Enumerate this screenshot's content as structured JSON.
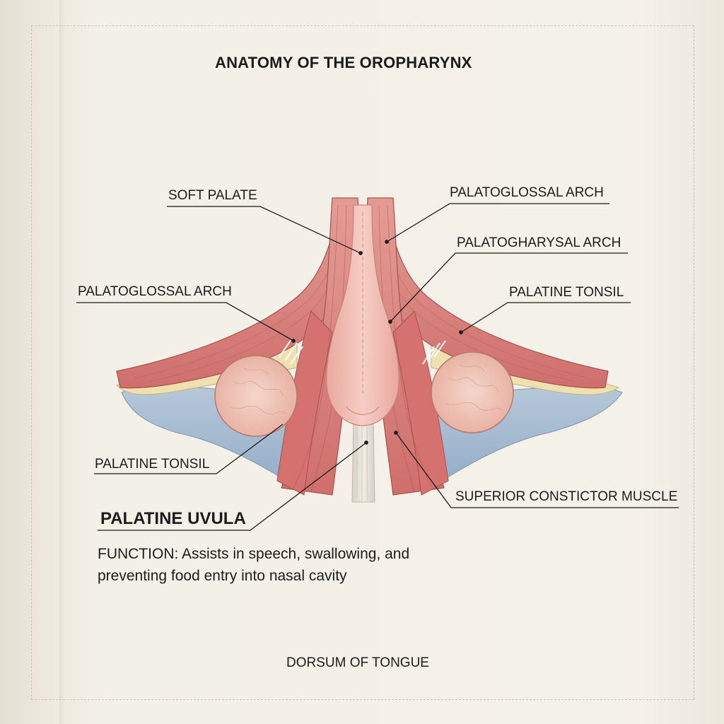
{
  "diagram": {
    "title": "ANATOMY OF THE OROPHARYNX",
    "labels": {
      "soft_palate": "SOFT PALATE",
      "palatoglossal_arch_right": "PALATOGLOSSAL ARCH",
      "palatopharyngeal_arch_right": "PALATOGHARYSAL ARCH",
      "palatoglossal_arch_left": "PALATOGLOSSAL ARCH",
      "palatine_tonsil_right": "PALATINE TONSIL",
      "palatine_tonsil_left": "PALATINE TONSIL",
      "superior_constrictor": "SUPERIOR CONSTICTOR MUSCLE",
      "palatine_uvula": "PALATINE UVULA",
      "dorsum_of_tongue": "DORSUM OF TONGUE"
    },
    "function_text": "FUNCTION: Assists in speech, swallowing, and preventing food entry into nasal cavity",
    "colors": {
      "paper": "#f4f1e9",
      "muscle": "#d97b78",
      "muscle_dark": "#b8595a",
      "uvula": "#efb8b0",
      "tonsil": "#eec3b6",
      "tongue_blue": "#a9bdd2",
      "fat_yellow": "#efe0b0",
      "leader_line": "#1c1c1c"
    }
  }
}
